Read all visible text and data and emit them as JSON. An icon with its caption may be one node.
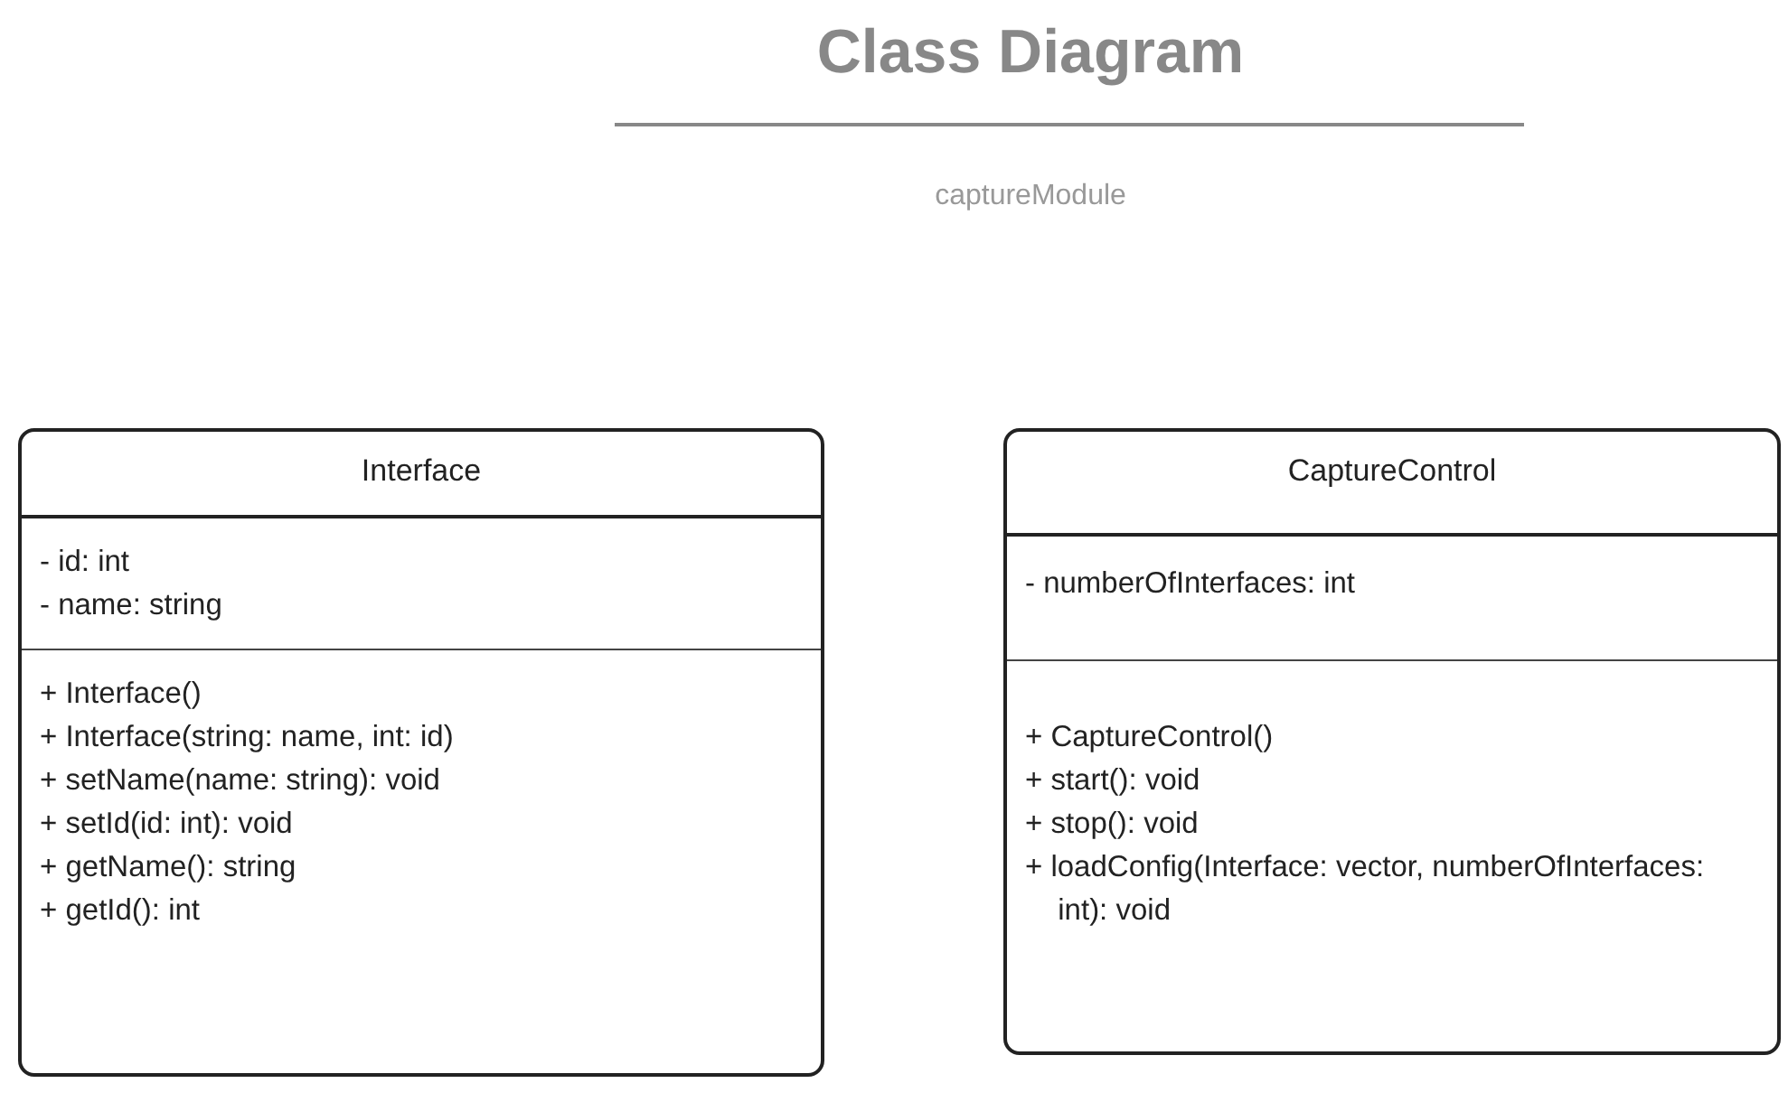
{
  "diagram": {
    "title": "Class Diagram",
    "nodes": [
      {
        "text": [
          "Interface"
        ]
      },
      {
        "text": [
          "- id: int",
          "- name: string"
        ],
        "in": 0
      },
      {
        "text": [
          "+ Interface()",
          "+ Interface(string: name, int: id)",
          "+ setName(name: string): void",
          "+ setId(id: int): void",
          "+ getName(): string",
          "+ getId(): int"
        ],
        "in": 0
      },
      {
        "text": [
          "CaptureControl"
        ]
      },
      {
        "text": [
          "- numberOfInterfaces: int"
        ],
        "in": 3
      },
      {
        "text": [
          "+ CaptureControl()",
          "+ start(): void",
          "+ stop(): void",
          "+ loadConfig(Interface: vector, numberOfInterfaces: int): void"
        ],
        "in": 3
      }
    ],
    "labels": [
      "captureModule"
    ]
  }
}
